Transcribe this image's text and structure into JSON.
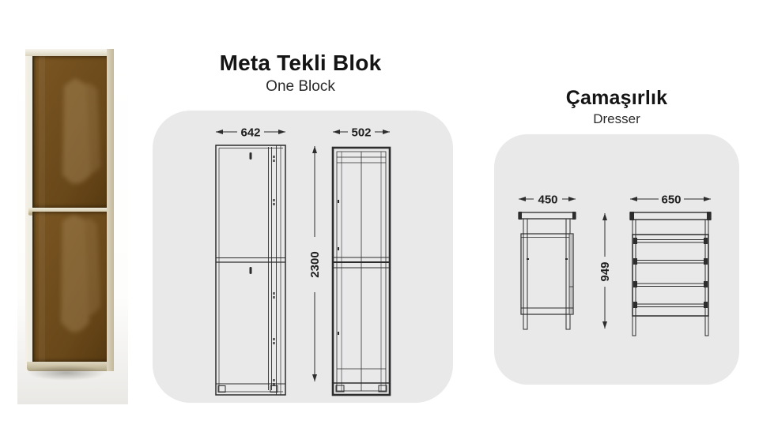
{
  "photo": {
    "description": "bronze smoked-glass wardrobe with champagne aluminium frame and hanging shirts",
    "glass_color": "#6e4c1d",
    "frame_color": "#cfc5ab"
  },
  "one_block": {
    "title": "Meta Tekli Blok",
    "subtitle": "One Block",
    "dims": {
      "front_width": "642",
      "side_width": "502",
      "height": "2300"
    }
  },
  "dresser": {
    "title": "Çamaşırlık",
    "subtitle": "Dresser",
    "dims": {
      "side_width": "450",
      "front_width": "650",
      "height": "949"
    }
  },
  "colors": {
    "page_bg": "#ffffff",
    "panel_bg": "#e9e9ea",
    "drawing_line": "#2d2d2d",
    "title_text": "#141414"
  }
}
